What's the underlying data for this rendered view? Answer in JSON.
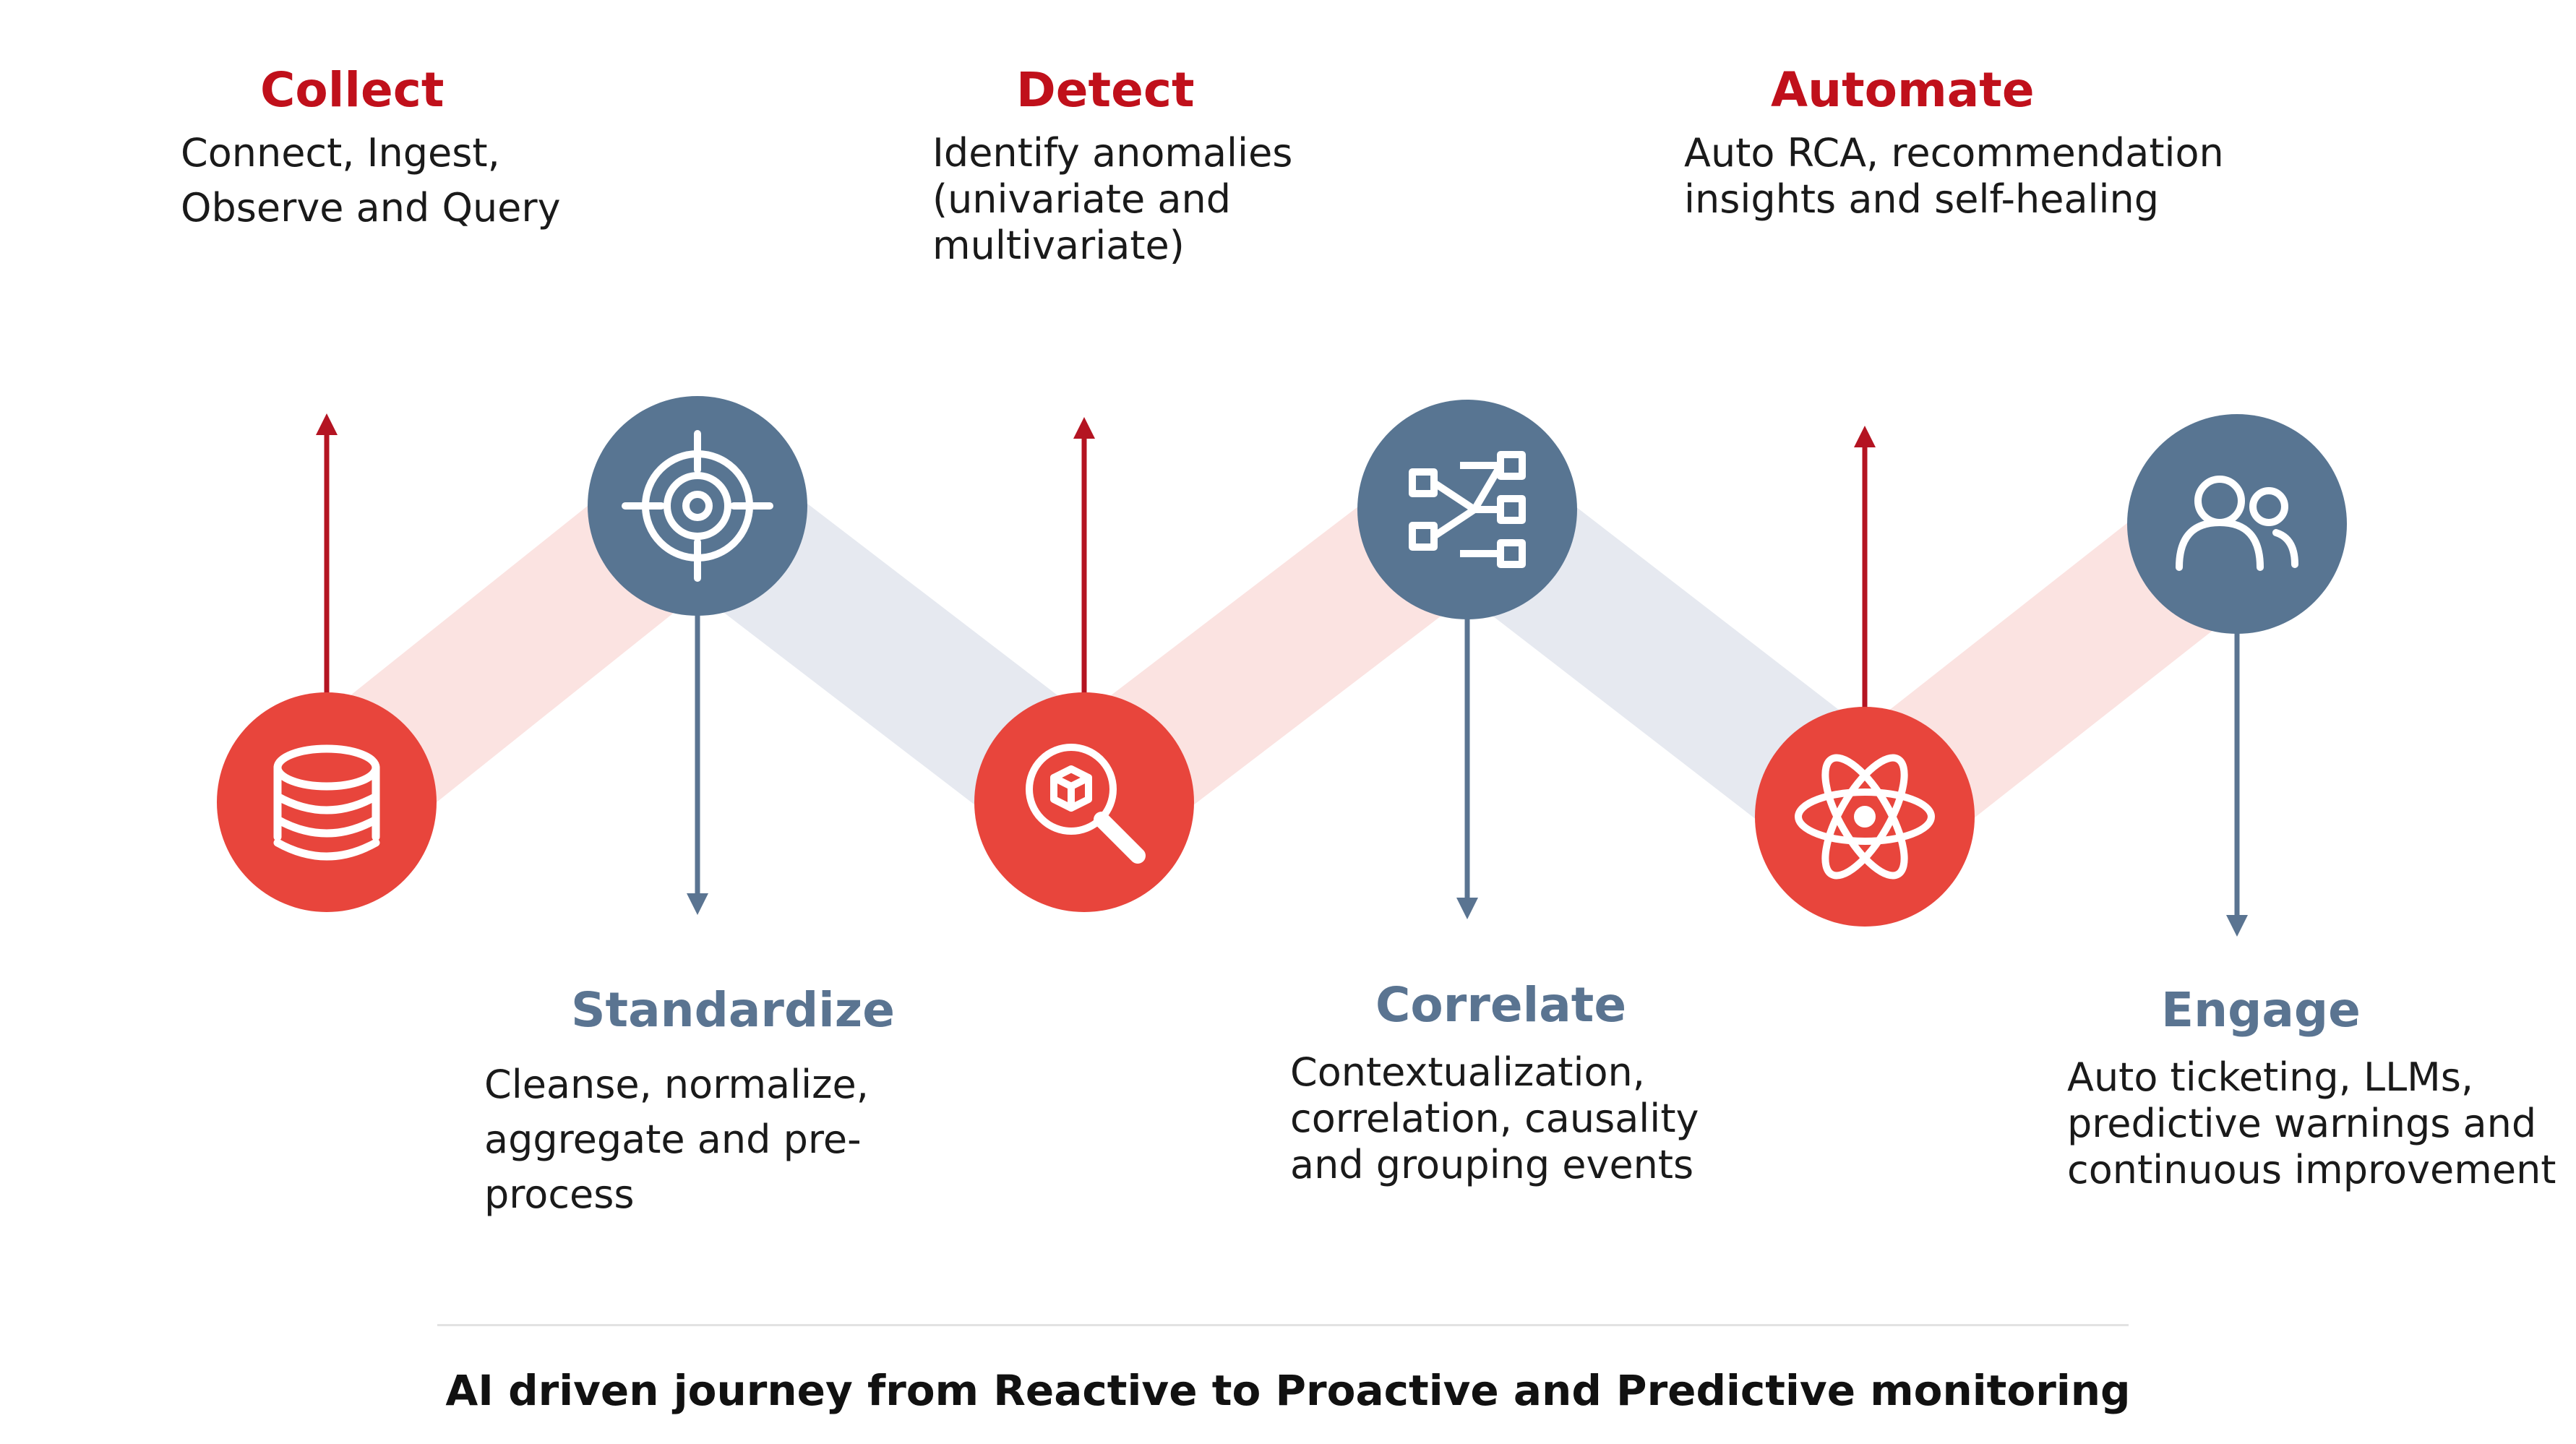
{
  "stages": [
    {
      "id": "collect",
      "title": "Collect",
      "description": "Connect, Ingest, Observe and Query",
      "icon": "database-icon",
      "color": "#e8453c",
      "label_side": "top"
    },
    {
      "id": "standardize",
      "title": "Standardize",
      "description": "Cleanse, normalize, aggregate and pre-process",
      "icon": "target-icon",
      "color": "#587592",
      "label_side": "bottom"
    },
    {
      "id": "detect",
      "title": "Detect",
      "description": "Identify anomalies (univariate and multivariate)",
      "icon": "search-cube-icon",
      "color": "#e8453c",
      "label_side": "top"
    },
    {
      "id": "correlate",
      "title": "Correlate",
      "description": "Contextualization, correlation, causality and grouping events",
      "icon": "flow-nodes-icon",
      "color": "#587592",
      "label_side": "bottom"
    },
    {
      "id": "automate",
      "title": "Automate",
      "description": "Auto RCA, recommendation insights and self-healing",
      "icon": "atom-icon",
      "color": "#e8453c",
      "label_side": "top"
    },
    {
      "id": "engage",
      "title": "Engage",
      "description": "Auto ticketing, LLMs, predictive warnings and continuous improvement",
      "icon": "users-icon",
      "color": "#587592",
      "label_side": "bottom"
    }
  ],
  "caption": "AI driven journey from Reactive to Proactive and Predictive monitoring",
  "colors": {
    "red": "#e8453c",
    "blue": "#587592",
    "red_text": "#c0101b",
    "red_arrow": "#b41422",
    "blue_arrow": "#5a7491",
    "band_red": "#fbe3e1",
    "band_blue": "#e6e9f0"
  }
}
